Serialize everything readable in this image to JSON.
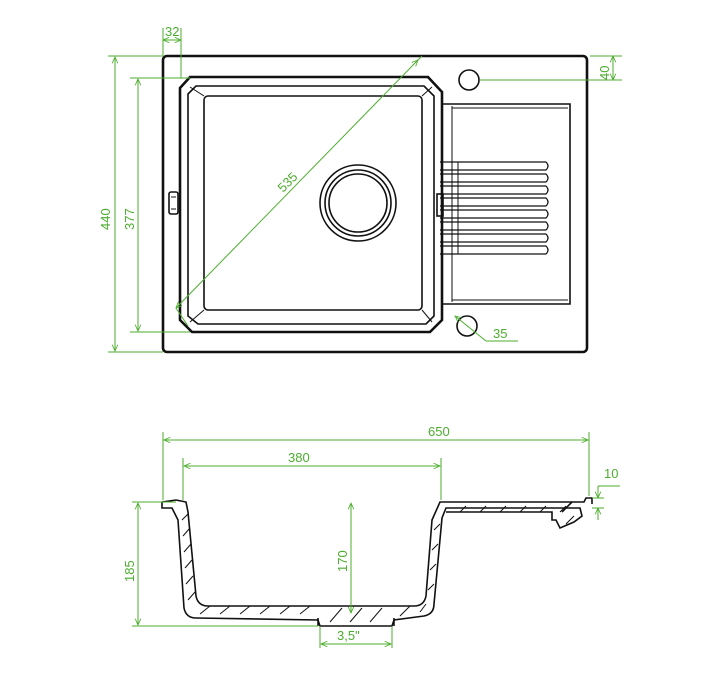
{
  "dimensions": {
    "top_view": {
      "edge_offset": "32",
      "tap_hole_offset": "40",
      "overall_depth": "440",
      "bowl_depth": "377",
      "bowl_diagonal": "535",
      "tap_hole_diameter": "35"
    },
    "section_view": {
      "overall_width": "650",
      "bowl_width": "380",
      "rim_thickness": "10",
      "overall_height": "185",
      "bowl_height": "170",
      "drain_size": "3,5\""
    }
  },
  "colors": {
    "outline": "#111111",
    "dimension": "#4cae2e"
  }
}
